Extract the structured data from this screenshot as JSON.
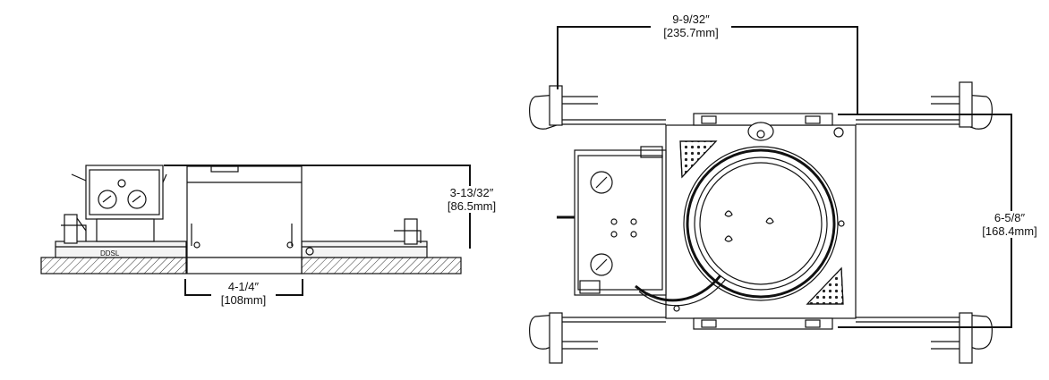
{
  "dimensions": {
    "side_height": {
      "imperial": "3-13/32″",
      "metric": "[86.5mm]"
    },
    "side_aperture": {
      "imperial": "4-1/4″",
      "metric": "[108mm]"
    },
    "top_width": {
      "imperial": "9-9/32″",
      "metric": "[235.7mm]"
    },
    "top_depth": {
      "imperial": "6-5/8″",
      "metric": "[168.4mm]"
    }
  },
  "markings": {
    "housing_stamp": "DDSL"
  }
}
